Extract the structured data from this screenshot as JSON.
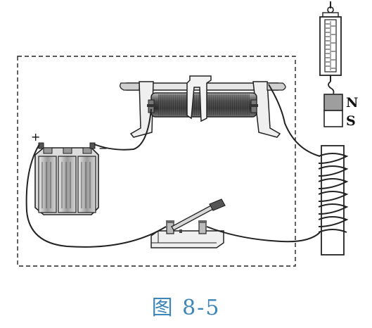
{
  "figure": {
    "caption": "图 8-5",
    "magnet_labels": {
      "north": "N",
      "south": "S"
    },
    "battery_terminals": {
      "positive": "+",
      "negative": "−"
    },
    "components": [
      {
        "name": "spring-scale-icon"
      },
      {
        "name": "bar-magnet-icon"
      },
      {
        "name": "rheostat-icon"
      },
      {
        "name": "battery-icon"
      },
      {
        "name": "knife-switch-icon"
      },
      {
        "name": "solenoid-coil-icon"
      }
    ]
  },
  "colors": {
    "caption": "#3f86b8",
    "ink": "#222222"
  }
}
